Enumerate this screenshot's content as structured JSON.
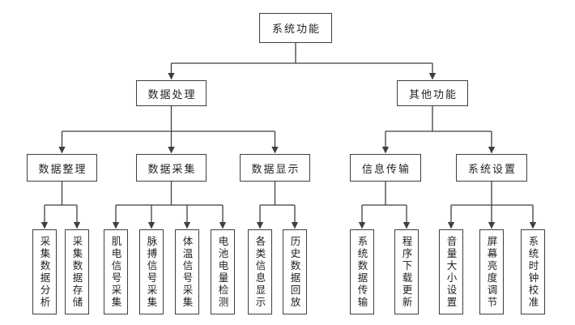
{
  "flowchart": {
    "root": {
      "label": "系统功能"
    },
    "branches": [
      {
        "label": "数据处理"
      },
      {
        "label": "其他功能"
      }
    ],
    "groups": [
      {
        "label": "数据整理",
        "children": [
          "采集数据分析",
          "采集数据存储"
        ]
      },
      {
        "label": "数据采集",
        "children": [
          "肌电信号采集",
          "脉搏信号采集",
          "体温信号采集",
          "电池电量检测"
        ]
      },
      {
        "label": "数据显示",
        "children": [
          "各类信息显示",
          "历史数据回放"
        ]
      },
      {
        "label": "信息传输",
        "children": [
          "系统数据传输",
          "程序下载更新"
        ]
      },
      {
        "label": "系统设置",
        "children": [
          "音量大小设置",
          "屏幕亮度调节",
          "系统时钟校准"
        ]
      }
    ],
    "colors": {
      "line": "#3f3f3f",
      "box_border": "#3f3f3f",
      "box_fill": "#ffffff",
      "text": "#1f1f1f",
      "background": "#ffffff"
    }
  }
}
